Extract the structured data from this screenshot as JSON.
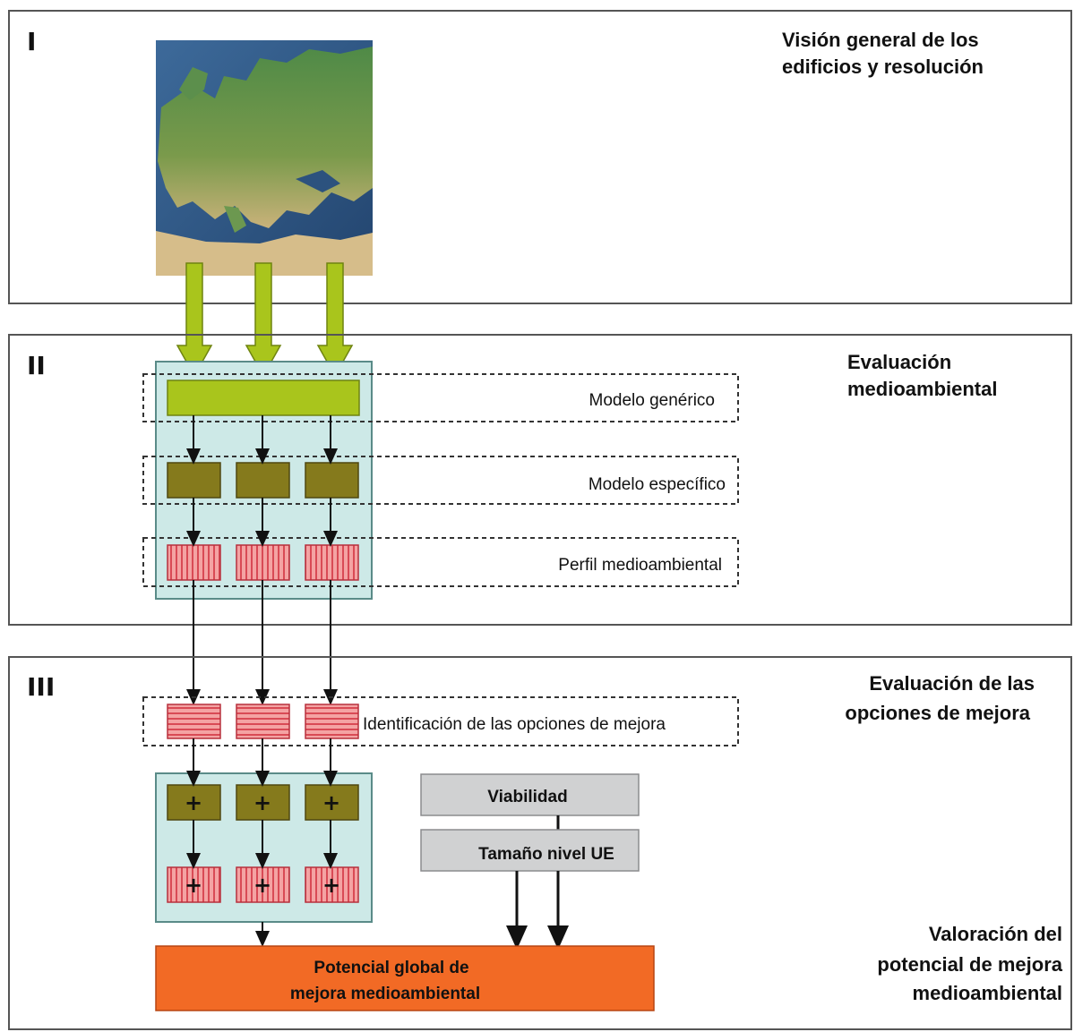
{
  "sections": [
    {
      "numeral": "I",
      "title": [
        "Visión general de los",
        "edificios y resolución"
      ]
    },
    {
      "numeral": "II",
      "title": [
        "Evaluación",
        "medioambiental"
      ]
    },
    {
      "numeral": "III",
      "title": [
        "Evaluación de las",
        "opciones de mejora"
      ],
      "title2": [
        "Valoración del",
        "potencial de mejora",
        "medioambiental"
      ]
    }
  ],
  "rows": {
    "generic": "Modelo genérico",
    "specific": "Modelo específico",
    "profile": "Perfil medioambiental",
    "options": "Identificación de las opciones de mejora"
  },
  "grey_boxes": {
    "viability": "Viabilidad",
    "size": "Tamaño nivel UE"
  },
  "result": [
    "Potencial global de",
    "mejora medioambiental"
  ],
  "plus_symbol": "+",
  "image": {
    "description_icon": "europe-map-icon"
  },
  "colors": {
    "arrow_green": "#a9c51c",
    "olive": "#857a1c",
    "pink": "#f08f8f",
    "teal_panel": "#cde9e7",
    "grey": "#d0d1d2",
    "orange": "#f26a25"
  }
}
